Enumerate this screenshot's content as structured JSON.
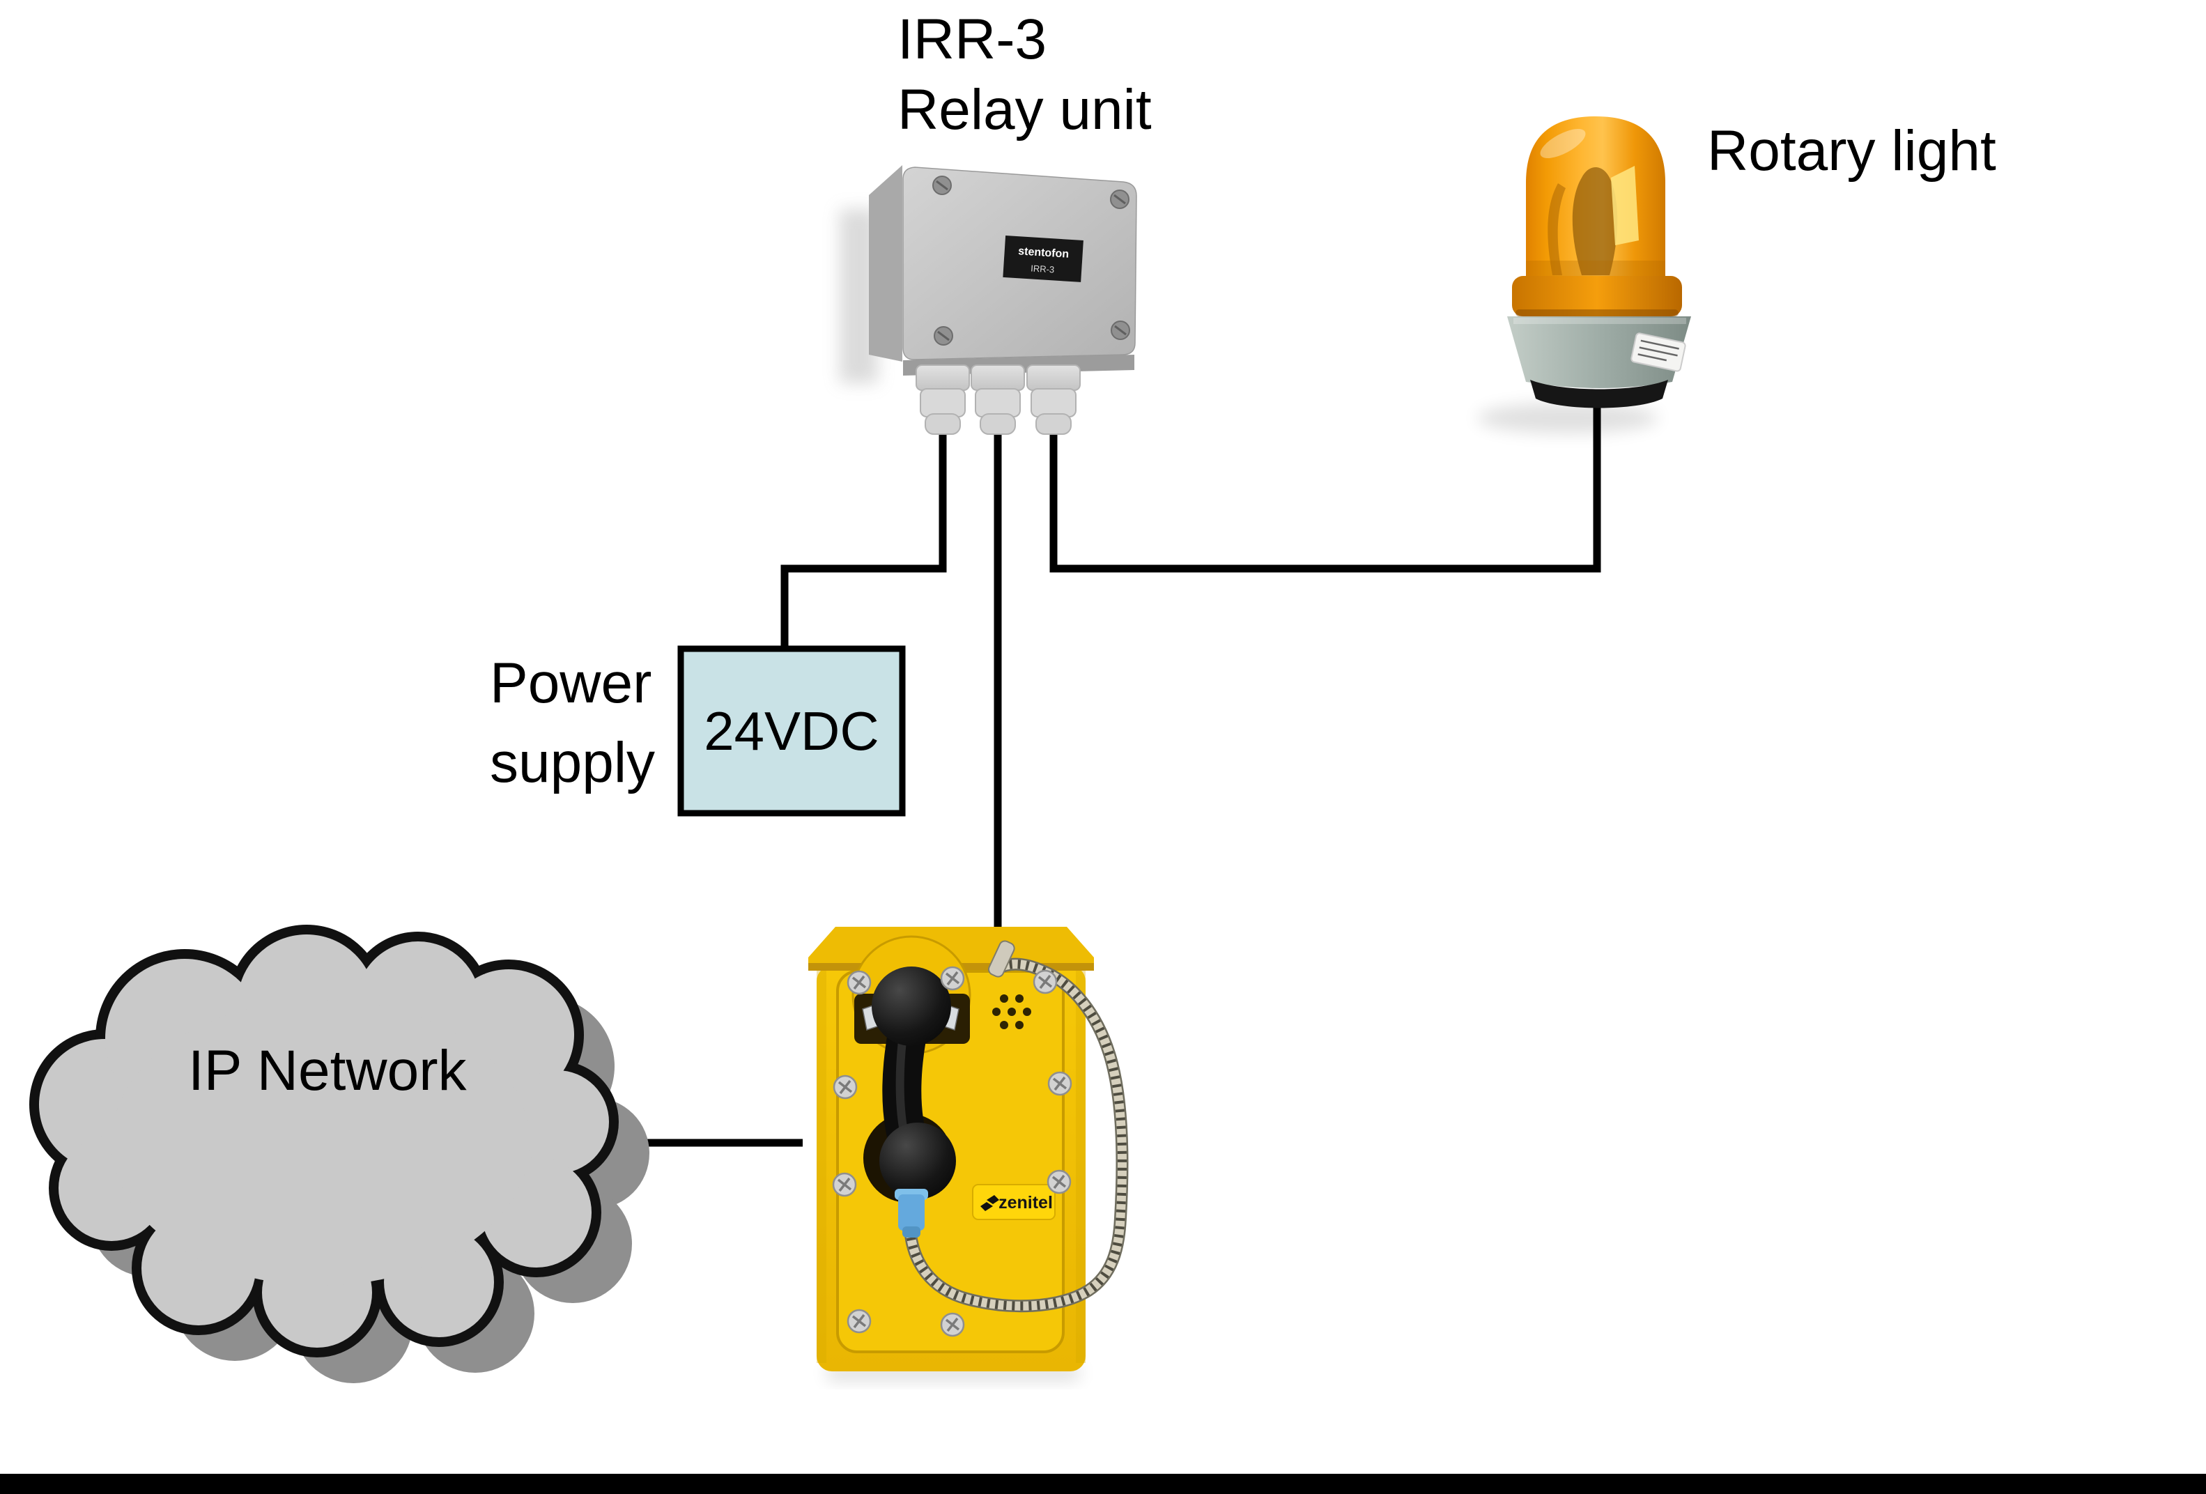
{
  "labels": {
    "relay_line1": "IRR-3",
    "relay_line2": "Relay unit",
    "rotary": "Rotary light",
    "power_line1": "Power",
    "power_line2": "supply",
    "power_box": "24VDC",
    "network": "IP Network"
  },
  "relay_unit": {
    "sticker_brand": "stentofon",
    "sticker_model": "IRR-3"
  },
  "phone": {
    "brand_label": "zenitel"
  },
  "colors": {
    "line": "#000000",
    "power_box_fill": "#c9e2e6",
    "cloud_fill": "#c9c9c9",
    "cloud_shadow": "#8f8f8f",
    "phone_yellow": "#f5c707",
    "beacon_orange": "#f49c07"
  }
}
